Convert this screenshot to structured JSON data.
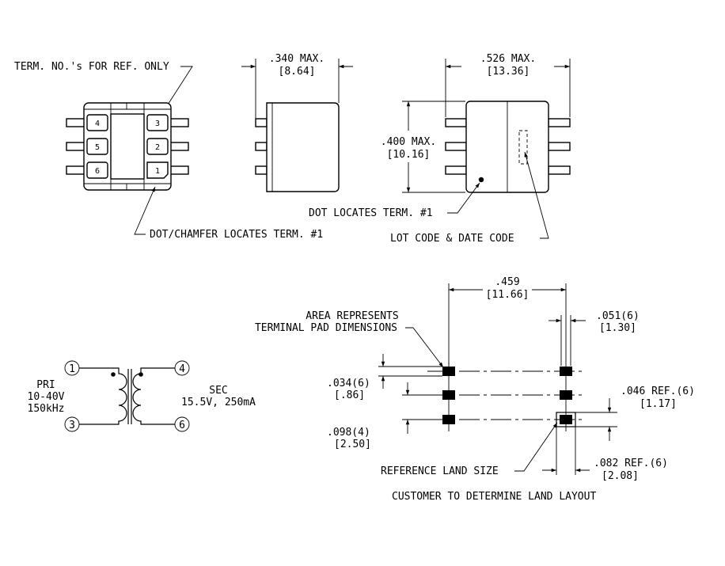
{
  "top_left": {
    "term_note": "TERM. NO.'s FOR REF. ONLY",
    "dot_chamfer_note": "DOT/CHAMFER LOCATES TERM. #1",
    "terminals_left": [
      "4",
      "5",
      "6"
    ],
    "terminals_right": [
      "3",
      "2",
      "1"
    ]
  },
  "side_view": {
    "dim_in": ".340 MAX.",
    "dim_mm": "[8.64]"
  },
  "front_view": {
    "width_in": ".526 MAX.",
    "width_mm": "[13.36]",
    "height_in": ".400 MAX.",
    "height_mm": "[10.16]",
    "dot_note": "DOT LOCATES TERM. #1",
    "lot_note": "LOT CODE & DATE CODE"
  },
  "schematic": {
    "pri_label": "PRI",
    "pri_voltage": "10-40V",
    "pri_freq": "150kHz",
    "sec_label": "SEC",
    "sec_rating": "15.5V, 250mA",
    "pin_1": "1",
    "pin_3": "3",
    "pin_4": "4",
    "pin_6": "6"
  },
  "land_pattern": {
    "span_in": ".459",
    "span_mm": "[11.66]",
    "area_note_1": "AREA REPRESENTS",
    "area_note_2": "TERMINAL PAD DIMENSIONS",
    "pad_w_in": ".051(6)",
    "pad_w_mm": "[1.30]",
    "pad_h_in": ".034(6)",
    "pad_h_mm": "[.86]",
    "pitch_in": ".098(4)",
    "pitch_mm": "[2.50]",
    "ref_h_in": ".046 REF.(6)",
    "ref_h_mm": "[1.17]",
    "ref_w_in": ".082 REF.(6)",
    "ref_w_mm": "[2.08]",
    "ref_land_note": "REFERENCE LAND SIZE",
    "customer_note": "CUSTOMER TO DETERMINE LAND LAYOUT"
  }
}
